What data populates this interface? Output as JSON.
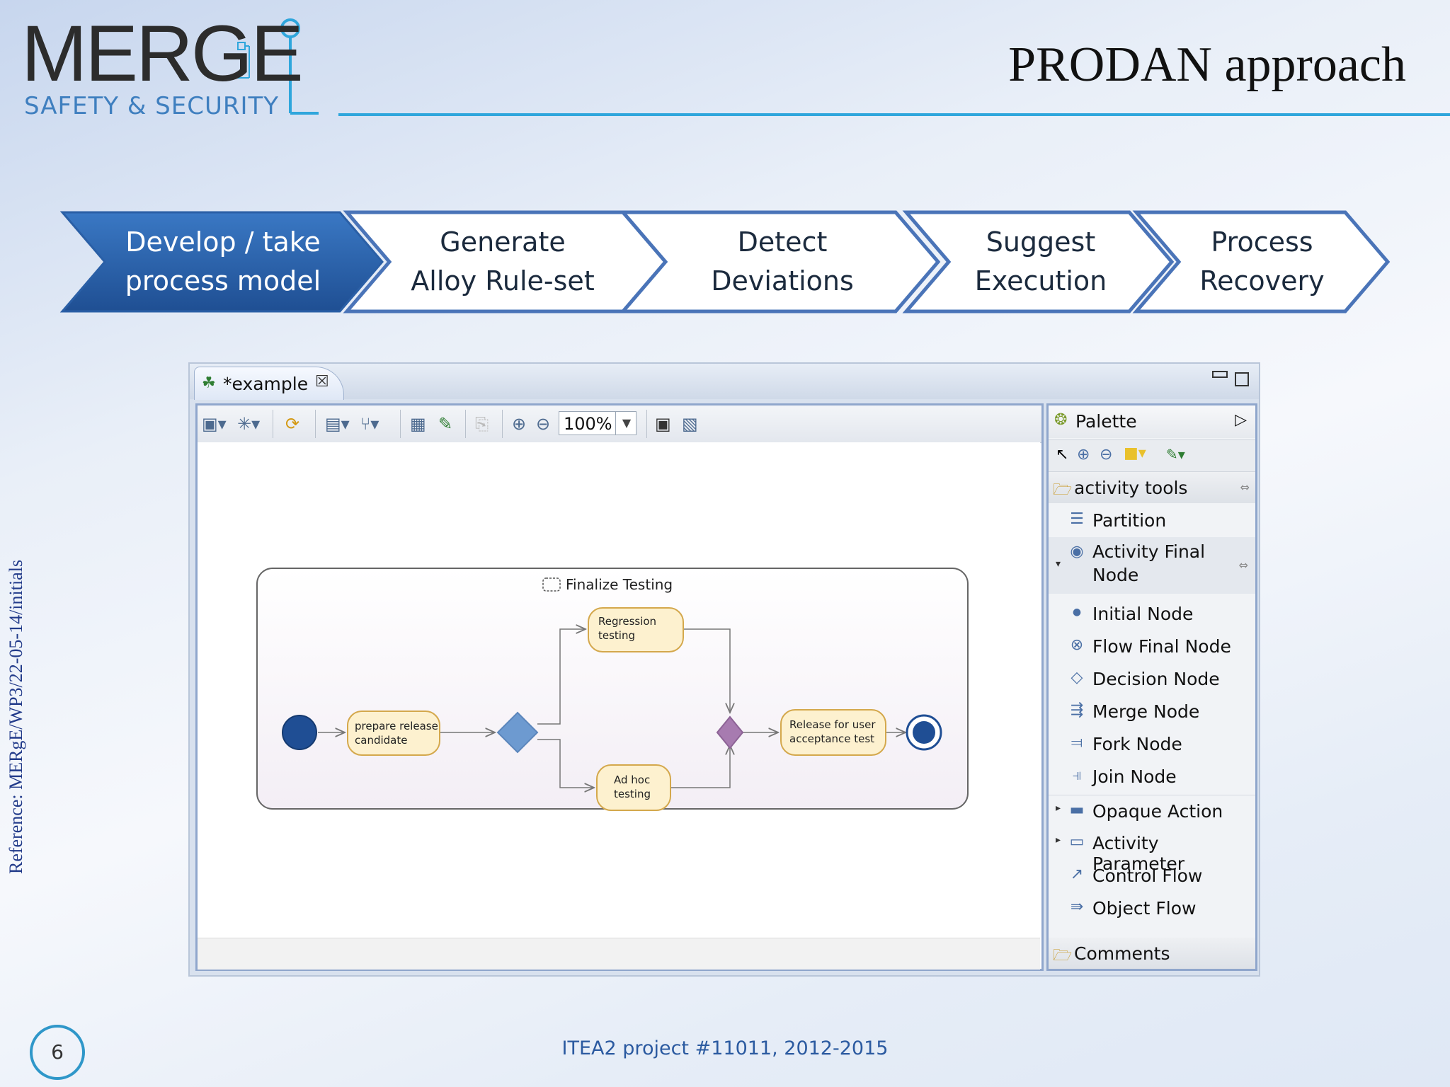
{
  "header": {
    "logo_main": "MERGE",
    "logo_sub": "SAFETY & SECURITY",
    "title": "PRODAN approach"
  },
  "process_steps": [
    {
      "label": "Develop / take\nprocess model",
      "active": true
    },
    {
      "label": "Generate\nAlloy Rule-set",
      "active": false
    },
    {
      "label": "Detect\nDeviations",
      "active": false
    },
    {
      "label": "Suggest\nExecution",
      "active": false
    },
    {
      "label": "Process\nRecovery",
      "active": false
    }
  ],
  "editor": {
    "tab_title": "*example",
    "zoom": "100%"
  },
  "diagram": {
    "activity_title": "Finalize Testing",
    "actions": {
      "prepare": [
        "prepare release",
        "candidate"
      ],
      "regression": [
        "Regression",
        "testing"
      ],
      "adhoc": [
        "Ad hoc",
        "testing"
      ],
      "release": [
        "Release for user",
        "acceptance test"
      ]
    }
  },
  "palette": {
    "title": "Palette",
    "drawer_activity": "activity tools",
    "items": [
      {
        "label": "Partition",
        "icon": "partition-icon"
      },
      {
        "label": "Activity Final\nNode",
        "icon": "activity-final-node-icon"
      },
      {
        "label": "Initial Node",
        "icon": "initial-node-icon"
      },
      {
        "label": "Flow Final Node",
        "icon": "flow-final-node-icon"
      },
      {
        "label": "Decision Node",
        "icon": "decision-node-icon"
      },
      {
        "label": "Merge Node",
        "icon": "merge-node-icon"
      },
      {
        "label": "Fork Node",
        "icon": "fork-node-icon"
      },
      {
        "label": "Join Node",
        "icon": "join-node-icon"
      },
      {
        "label": "Opaque Action",
        "icon": "opaque-action-icon"
      },
      {
        "label": "Activity Parameter",
        "icon": "activity-parameter-icon"
      },
      {
        "label": "Control Flow",
        "icon": "control-flow-icon"
      },
      {
        "label": "Object Flow",
        "icon": "object-flow-icon"
      }
    ],
    "drawer_comments": "Comments"
  },
  "side_reference": "Reference: MERgE/WP3/22-05-14/initials",
  "page_number": "6",
  "footer": "ITEA2 project #11011, 2012-2015",
  "colors": {
    "accent": "#2fa6dc",
    "active_step": "#2a63ad",
    "step_border": "#4a74b8",
    "initial_node": "#1f4e94",
    "decision": "#6d9ad0",
    "merge": "#a77bb0",
    "action_fill": "#fdf1cf"
  }
}
